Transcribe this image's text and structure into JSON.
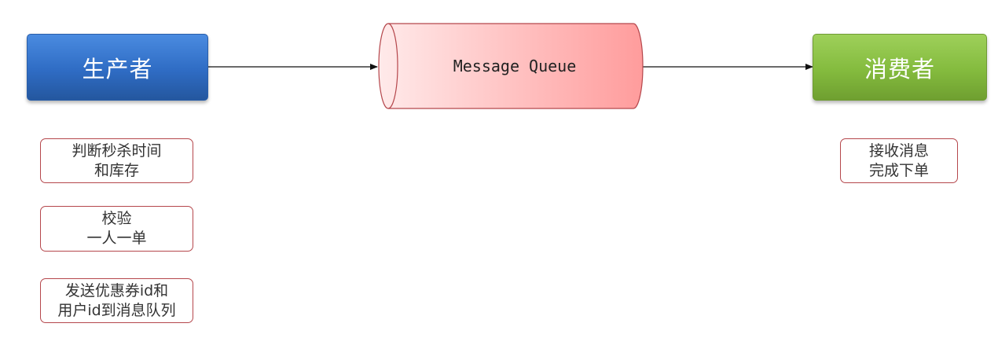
{
  "producer": {
    "label": "生产者"
  },
  "queue": {
    "label": "Message Queue"
  },
  "consumer": {
    "label": "消费者"
  },
  "producer_steps": [
    {
      "line1": "判断秒杀时间",
      "line2": "和库存"
    },
    {
      "line1": "校验",
      "line2": "一人一单"
    },
    {
      "line1": "发送优惠券id和",
      "line2": "用户id到消息队列"
    }
  ],
  "consumer_steps": [
    {
      "line1": "接收消息",
      "line2": "完成下单"
    }
  ],
  "colors": {
    "producer": "#2f6cc4",
    "consumer": "#84bb3e",
    "queue_fill_left": "#ffe8e8",
    "queue_fill_right": "#ff9c9c",
    "step_border": "#b5474c"
  }
}
